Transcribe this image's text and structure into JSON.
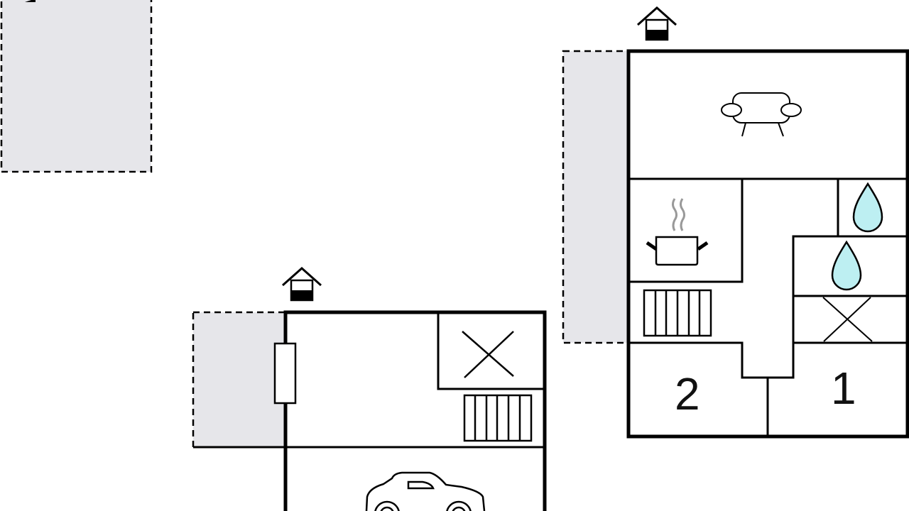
{
  "floorplan": {
    "rooms": [
      {
        "id": "bedroom-1",
        "label": "1"
      },
      {
        "id": "bedroom-2",
        "label": "2"
      }
    ],
    "colors": {
      "wall": "#000000",
      "terrace": "#e6e6ea",
      "water": "#bdeff2"
    }
  }
}
